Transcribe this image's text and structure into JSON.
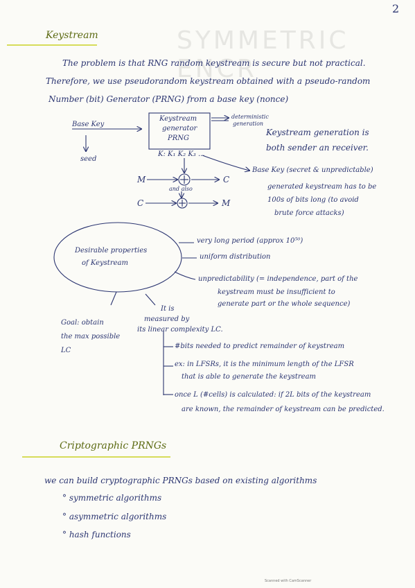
{
  "page_number": "2",
  "section1": {
    "heading": "Keystream",
    "para": [
      "The problem is that RNG random keystream is secure but not practical.",
      "Therefore, we use pseudorandom keystream obtained with a pseudo-random",
      "Number (bit) Generator (PRNG) from a base key (nonce)"
    ]
  },
  "diagram1": {
    "base_key": "Base Key",
    "seed": "seed",
    "generator": [
      "Keystream",
      "generator",
      "PRNG"
    ],
    "deterministic": [
      "deterministic",
      "generation"
    ],
    "keys_row": "K: K₁ K₂ K₃ ...",
    "gen_note": [
      "Keystream generation is",
      "both sender an receiver."
    ],
    "base_key_note": "Base Key (secret & unpredictable)",
    "gen_keystream_note": [
      "generated keystream has to be",
      "100s of bits long (to avoid",
      "brute force attacks)"
    ],
    "m_label": "M",
    "c_label": "C",
    "and_also": "and also",
    "c_label2": "C",
    "m_label2": "M"
  },
  "diagram2": {
    "center": [
      "Desirable properties",
      "of Keystream"
    ],
    "prop1": "very long period (approx 10⁵⁰)",
    "prop2": "uniform distribution",
    "prop3": [
      "unpredictability (= independence, part of the",
      "keystream must be insufficient to",
      "generate part or the whole sequence)"
    ],
    "measured": [
      "It is",
      "measured by",
      "its linear complexity LC."
    ],
    "goal": [
      "Goal: obtain",
      "the max possible",
      "LC"
    ],
    "lc1": "#bits needed to predict remainder of keystream",
    "lc2": [
      "ex: in LFSRs, it is the minimum length of the LFSR",
      "that is able to generate the keystream"
    ],
    "lc3": [
      "once L (#cells) is calculated: if 2L bits of the keystream",
      "are known, the remainder of keystream can be predicted."
    ]
  },
  "section2": {
    "heading": "Criptographic PRNGs",
    "intro": "we can build cryptographic PRNGs based on existing algorithms",
    "bullets": [
      "symmetric algorithms",
      "asymmetric algorithms",
      "hash functions"
    ]
  },
  "footer": "Scanned with CamScanner"
}
